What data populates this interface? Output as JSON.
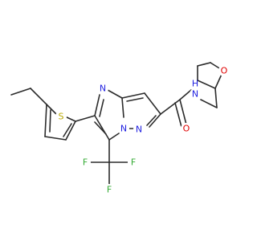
{
  "atoms": {
    "S": {
      "label": "S",
      "color": "#b8a700"
    },
    "N1": {
      "label": "N",
      "color": "#1f1fe0"
    },
    "N2": {
      "label": "N",
      "color": "#1f1fe0"
    },
    "N3": {
      "label": "N",
      "color": "#1f1fe0"
    },
    "NH": {
      "label": "N",
      "color": "#1f1fe0"
    },
    "H": {
      "label": "H",
      "color": "#1f1fe0"
    },
    "O_amide": {
      "label": "O",
      "color": "#e00000"
    },
    "O_furan": {
      "label": "O",
      "color": "#e00000"
    },
    "F1": {
      "label": "F",
      "color": "#33aa33"
    },
    "F2": {
      "label": "F",
      "color": "#33aa33"
    },
    "F3": {
      "label": "F",
      "color": "#33aa33"
    }
  }
}
